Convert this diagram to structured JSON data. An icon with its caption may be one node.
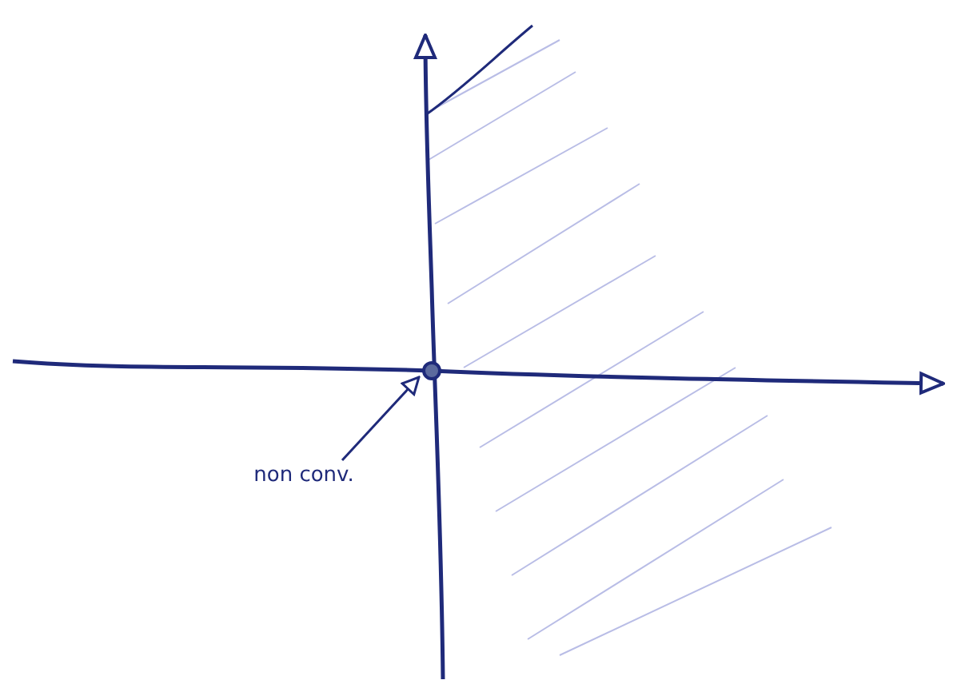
{
  "diagram": {
    "nodes": [
      {
        "text": [
          "non conv."
        ]
      },
      {
        "text": [],
        "shape": "circle"
      }
    ],
    "edges": [
      {
        "from": 0,
        "to": 1,
        "arrow": "to"
      }
    ]
  }
}
